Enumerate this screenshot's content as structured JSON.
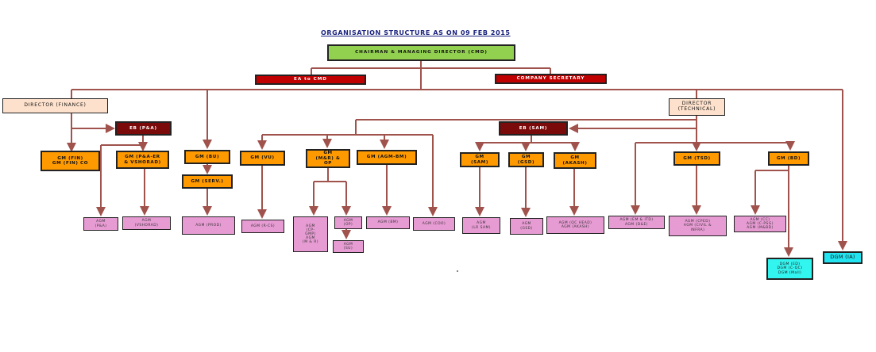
{
  "title": "ORGANISATION STRUCTURE AS ON 09 FEB 2015",
  "nodes": {
    "cmd": "CHAIRMAN & MANAGING DIRECTOR (CMD)",
    "ea_to_cmd": "EA to CMD",
    "company_secretary": "COMPANY SECRETARY",
    "director_finance": "DIRECTOR (FINANCE)",
    "director_technical": "DIRECTOR\n(TECHNICAL)",
    "eb_pa": "EB (P&A)",
    "eb_sam": "EB (SAM)",
    "gm_fin": "GM (FIN)\nGM (FIN) CO",
    "gm_pa_er": "GM (P&A-ER\n& VSHORAD)",
    "gm_bu": "GM (BU)",
    "gm_serv": "GM (SERV.)",
    "gm_vu": "GM (VU)",
    "gm_mr_op": "GM\n(M&R) &\nOP",
    "gm_agm_bm": "GM (AGM-BM)",
    "gm_sam": "GM\n(SAM)",
    "gm_gsd": "GM\n(GSD)",
    "gm_akash": "GM\n(AKASH)",
    "gm_tsd": "GM (TSD)",
    "gm_bd": "GM (BD)",
    "agm_pa": "AGM\n(P&A)",
    "agm_vshorad": "AGM\n(VSHORAD)",
    "agm_prod": "AGM (PROD)",
    "agm_rcs": "AGM (R-CS)",
    "agm_cp_gmp": "AGM\n(CP-\nGMP)\nAGM\n(M & R)",
    "agm_op": "AGM\n(OP)",
    "agm_su": "AGM\n(SU)",
    "agm_bm": "AGM (BM)",
    "agm_coo": "AGM (COO)",
    "agm_lr_sam": "AGM\n(LR SAM)",
    "agm_gsd": "AGM\n(GSD)",
    "agm_qc_akash": "AGM (QC HEAD)\nAGM (AKASH)",
    "agm_em_itd": "AGM (EM & ITD)\nAGM (D&E)",
    "agm_cped": "AGM (CPED)\nAGM (CIVIL &\nINFRA)",
    "agm_cc": "AGM (CC)\nAGM (C-PSG)\nAGM (M&BD)",
    "dgm_ed": "DGM (ED)\nDGM (C-QC)\nDGM (Mall)",
    "dgm_ia": "DGM (IA)"
  },
  "colors": {
    "connector": "#a0524c",
    "cmd": "#92d050",
    "red": "#c00000",
    "dark_red": "#7b0a0a",
    "peach": "#fde1cc",
    "orange": "#ff9900",
    "pink": "#e79bd3",
    "cyan": "#33f5f0"
  }
}
